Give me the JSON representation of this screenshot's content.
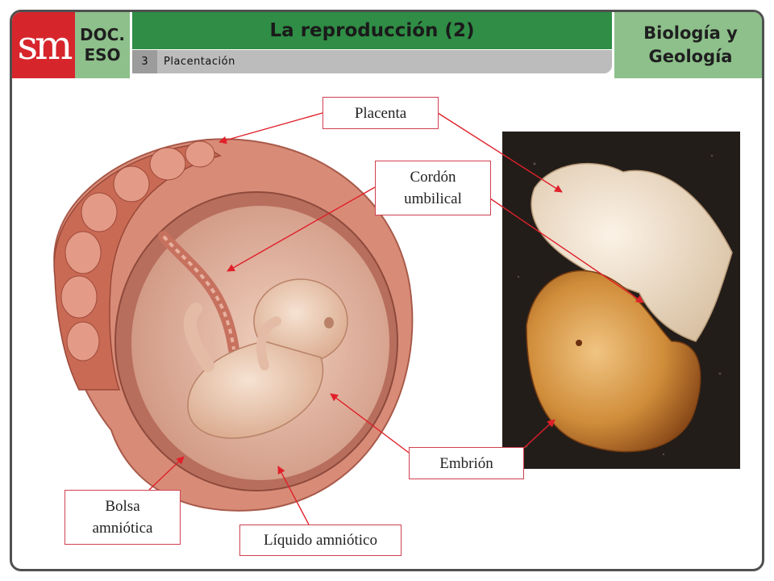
{
  "header": {
    "logo_text": "sm",
    "doc_line1": "DOC.",
    "doc_line2": "ESO",
    "title": "La reproducción (2)",
    "section_number": "3",
    "section_title": "Placentación",
    "subject_line1": "Biología y",
    "subject_line2": "Geología"
  },
  "labels": {
    "placenta": "Placenta",
    "cordon_line1": "Cordón",
    "cordon_line2": "umbilical",
    "embrion": "Embrión",
    "bolsa_line1": "Bolsa",
    "bolsa_line2": "amniótica",
    "liquido": "Líquido amniótico"
  },
  "colors": {
    "brand_red": "#d6262c",
    "header_green": "#2f8d45",
    "light_green": "#8dc08a",
    "callout_border": "#d04050",
    "arrow": "#e0202a"
  }
}
